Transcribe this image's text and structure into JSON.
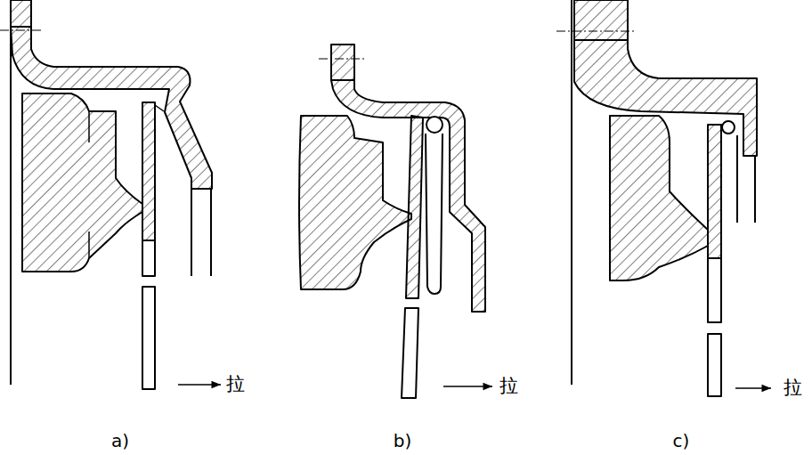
{
  "diagram": {
    "labels": [
      "拉",
      "a)",
      "拉",
      "b)",
      "拉",
      "c)"
    ]
  }
}
